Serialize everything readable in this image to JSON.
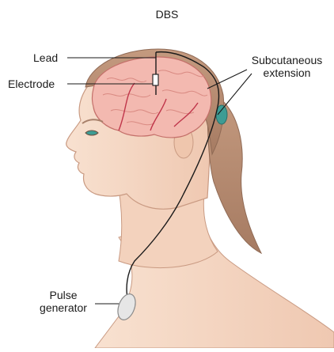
{
  "title": "DBS",
  "labels": {
    "lead": "Lead",
    "electrode": "Electrode",
    "subcutaneous_extension": [
      "Subcutaneous",
      "extension"
    ],
    "pulse_generator": [
      "Pulse",
      "generator"
    ]
  },
  "colors": {
    "skin": "#f6d9c5",
    "skin_shadow": "#ebc2a8",
    "skin_outline": "#c99a82",
    "hair": "#b98e74",
    "hair_dark": "#8f6a55",
    "brain": "#f3b9b0",
    "brain_outline": "#c4706a",
    "vessel": "#c0354a",
    "hair_tie": "#3d9c94",
    "wire": "#1a1a1a",
    "device": "#e6e6e6"
  }
}
